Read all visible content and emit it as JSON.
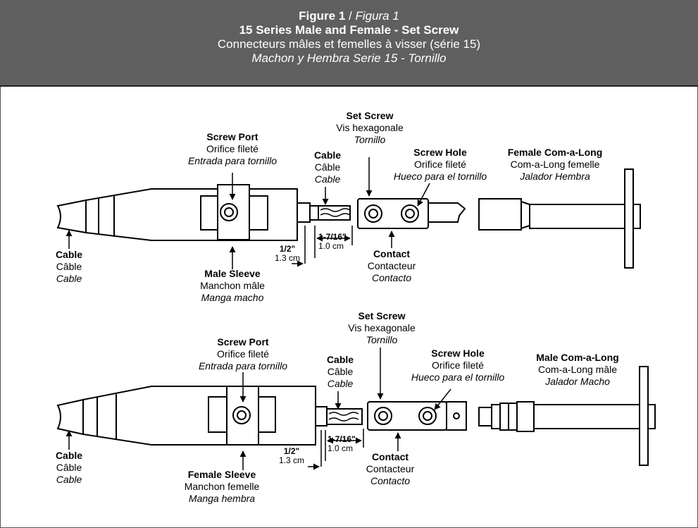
{
  "header": {
    "figure": "Figure 1",
    "sep": " / ",
    "figure_es": "Figura 1",
    "title_en": "15 Series Male and Female - Set Screw",
    "title_fr": "Connecteurs mâles et femelles à visser (série 15)",
    "title_es": "Machon y Hembra Serie 15 - Tornillo"
  },
  "top": {
    "cable_left": {
      "en": "Cable",
      "fr": "Câble",
      "es": "Cable"
    },
    "screw_port": {
      "en": "Screw Port",
      "fr": "Orifice fileté",
      "es": "Entrada para tornillo"
    },
    "sleeve": {
      "en": "Male Sleeve",
      "fr": "Manchon mâle",
      "es": "Manga macho"
    },
    "cable_mid": {
      "en": "Cable",
      "fr": "Câble",
      "es": "Cable"
    },
    "set_screw": {
      "en": "Set Screw",
      "fr": "Vis hexagonale",
      "es": "Tornillo"
    },
    "screw_hole": {
      "en": "Screw Hole",
      "fr": "Orifice fileté",
      "es": "Hueco para el tornillo"
    },
    "contact": {
      "en": "Contact",
      "fr": "Contacteur",
      "es": "Contacto"
    },
    "comalong": {
      "en": "Female Com-a-Long",
      "fr": "Com-a-Long femelle",
      "es": "Jalador Hembra"
    },
    "dim_half": {
      "imp": "1/2\"",
      "met": "1.3 cm"
    },
    "dim_716": {
      "imp": "1-7/16\"",
      "met": "1.0 cm"
    }
  },
  "bottom": {
    "cable_left": {
      "en": "Cable",
      "fr": "Câble",
      "es": "Cable"
    },
    "screw_port": {
      "en": "Screw Port",
      "fr": "Orifice fileté",
      "es": "Entrada para tornillo"
    },
    "sleeve": {
      "en": "Female Sleeve",
      "fr": "Manchon femelle",
      "es": "Manga hembra"
    },
    "cable_mid": {
      "en": "Cable",
      "fr": "Câble",
      "es": "Cable"
    },
    "set_screw": {
      "en": "Set Screw",
      "fr": "Vis hexagonale",
      "es": "Tornillo"
    },
    "screw_hole": {
      "en": "Screw Hole",
      "fr": "Orifice fileté",
      "es": "Hueco para el tornillo"
    },
    "contact": {
      "en": "Contact",
      "fr": "Contacteur",
      "es": "Contacto"
    },
    "comalong": {
      "en": "Male Com-a-Long",
      "fr": "Com-a-Long mâle",
      "es": "Jalador Macho"
    },
    "dim_half": {
      "imp": "1/2\"",
      "met": "1.3 cm"
    },
    "dim_716": {
      "imp": "1-7/16\"",
      "met": "1.0 cm"
    }
  }
}
